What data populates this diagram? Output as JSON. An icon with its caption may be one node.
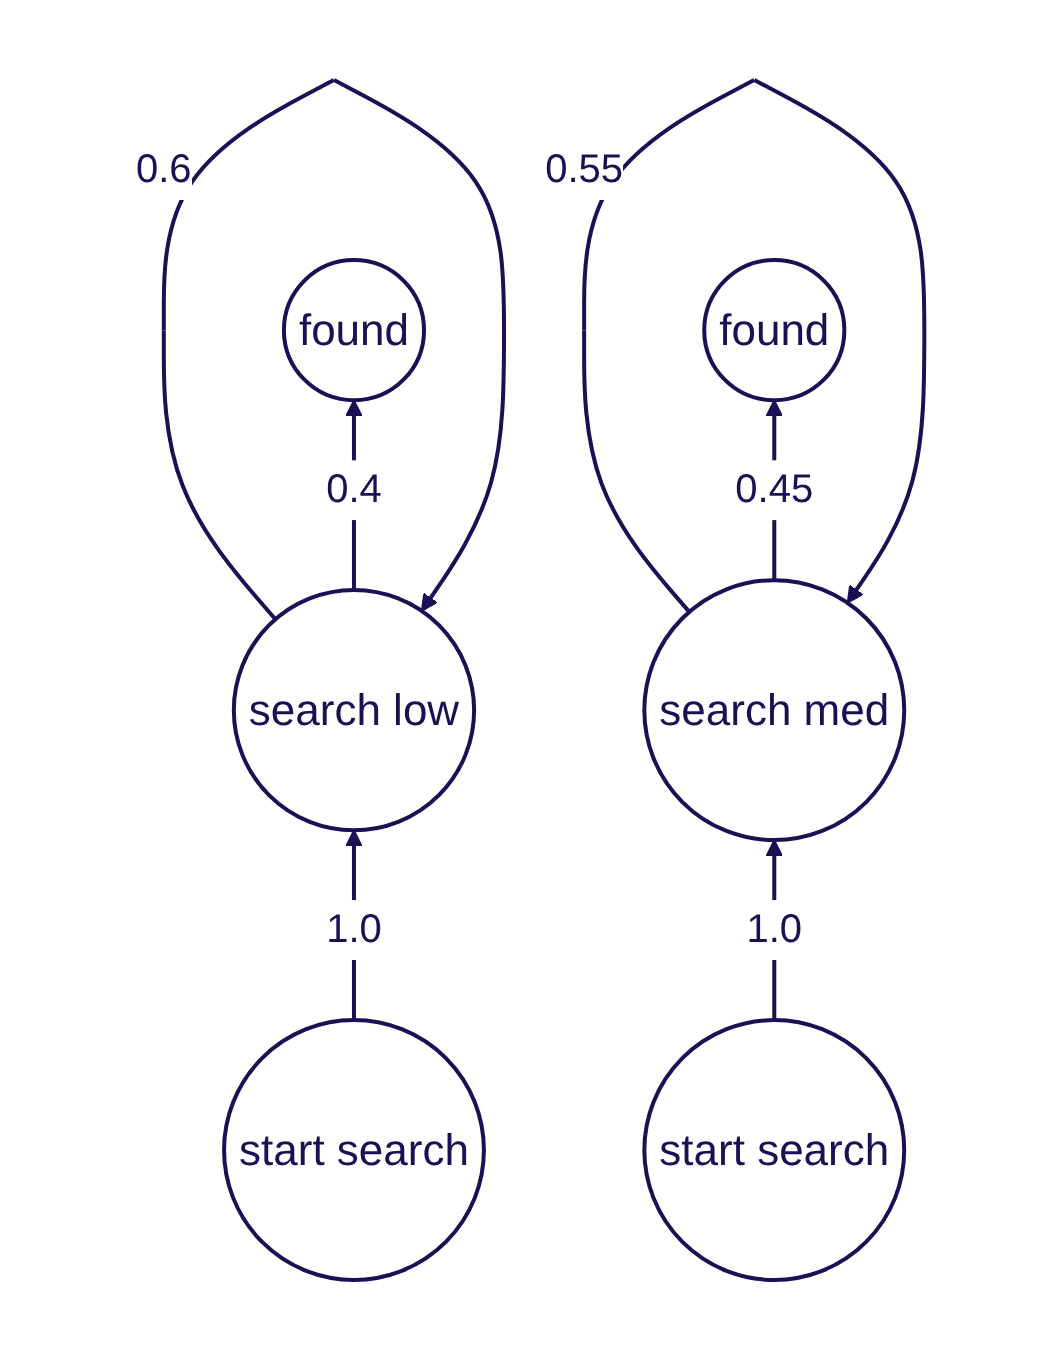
{
  "diagram": {
    "nodes": [
      {
        "text": [
          "found"
        ]
      },
      {
        "text": [
          "found"
        ]
      },
      {
        "text": [
          "search low"
        ]
      },
      {
        "text": [
          "search med"
        ]
      },
      {
        "text": [
          "start search"
        ]
      },
      {
        "text": [
          "start search"
        ]
      }
    ],
    "edges": [
      {
        "from": 4,
        "to": 2,
        "arrow": "to",
        "label": "1.0"
      },
      {
        "from": 2,
        "to": 2,
        "arrow": "to",
        "label": "0.6"
      },
      {
        "from": 2,
        "to": 0,
        "arrow": "to",
        "label": "0.4"
      },
      {
        "from": 5,
        "to": 3,
        "arrow": "to",
        "label": "1.0"
      },
      {
        "from": 3,
        "to": 3,
        "arrow": "to",
        "label": "0.55"
      },
      {
        "from": 3,
        "to": 1,
        "arrow": "to",
        "label": "0.45"
      }
    ]
  }
}
